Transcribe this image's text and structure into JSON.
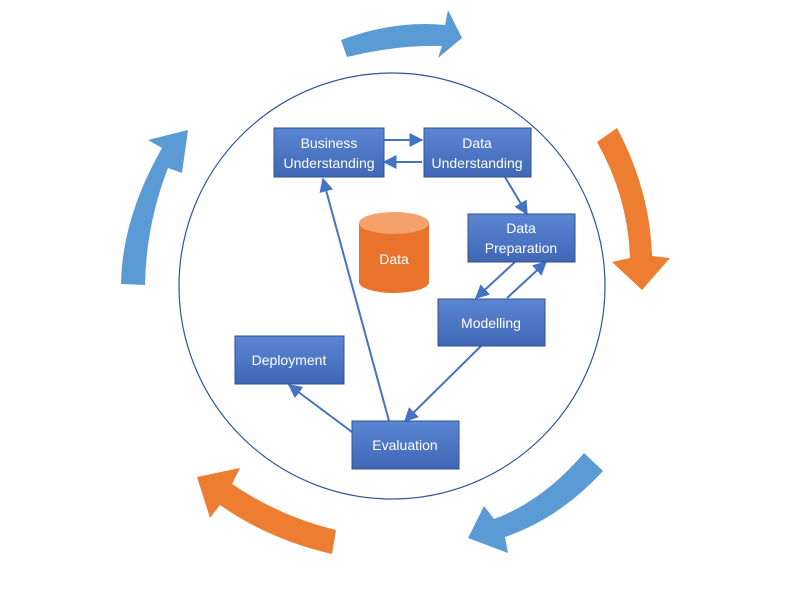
{
  "colors": {
    "box_fill": "#4472c4",
    "box_fill_light": "#5b86d4",
    "circle_stroke": "#2e5597",
    "connector": "#4472c4",
    "cycle_blue": "#5b9bd5",
    "cycle_orange": "#ed7d31",
    "data_cylinder": "#ed7d31",
    "label_text": "#ffffff"
  },
  "nodes": {
    "business_understanding": {
      "line1": "Business",
      "line2": "Understanding"
    },
    "data_understanding": {
      "line1": "Data",
      "line2": "Understanding"
    },
    "data_preparation": {
      "line1": "Data",
      "line2": "Preparation"
    },
    "modelling": {
      "label": "Modelling"
    },
    "deployment": {
      "label": "Deployment"
    },
    "evaluation": {
      "label": "Evaluation"
    },
    "data_store": {
      "label": "Data"
    }
  },
  "cycle_arrows": [
    {
      "name": "top",
      "color": "blue"
    },
    {
      "name": "right",
      "color": "orange"
    },
    {
      "name": "bottom-right",
      "color": "blue"
    },
    {
      "name": "bottom-left",
      "color": "orange"
    },
    {
      "name": "left",
      "color": "blue"
    }
  ]
}
